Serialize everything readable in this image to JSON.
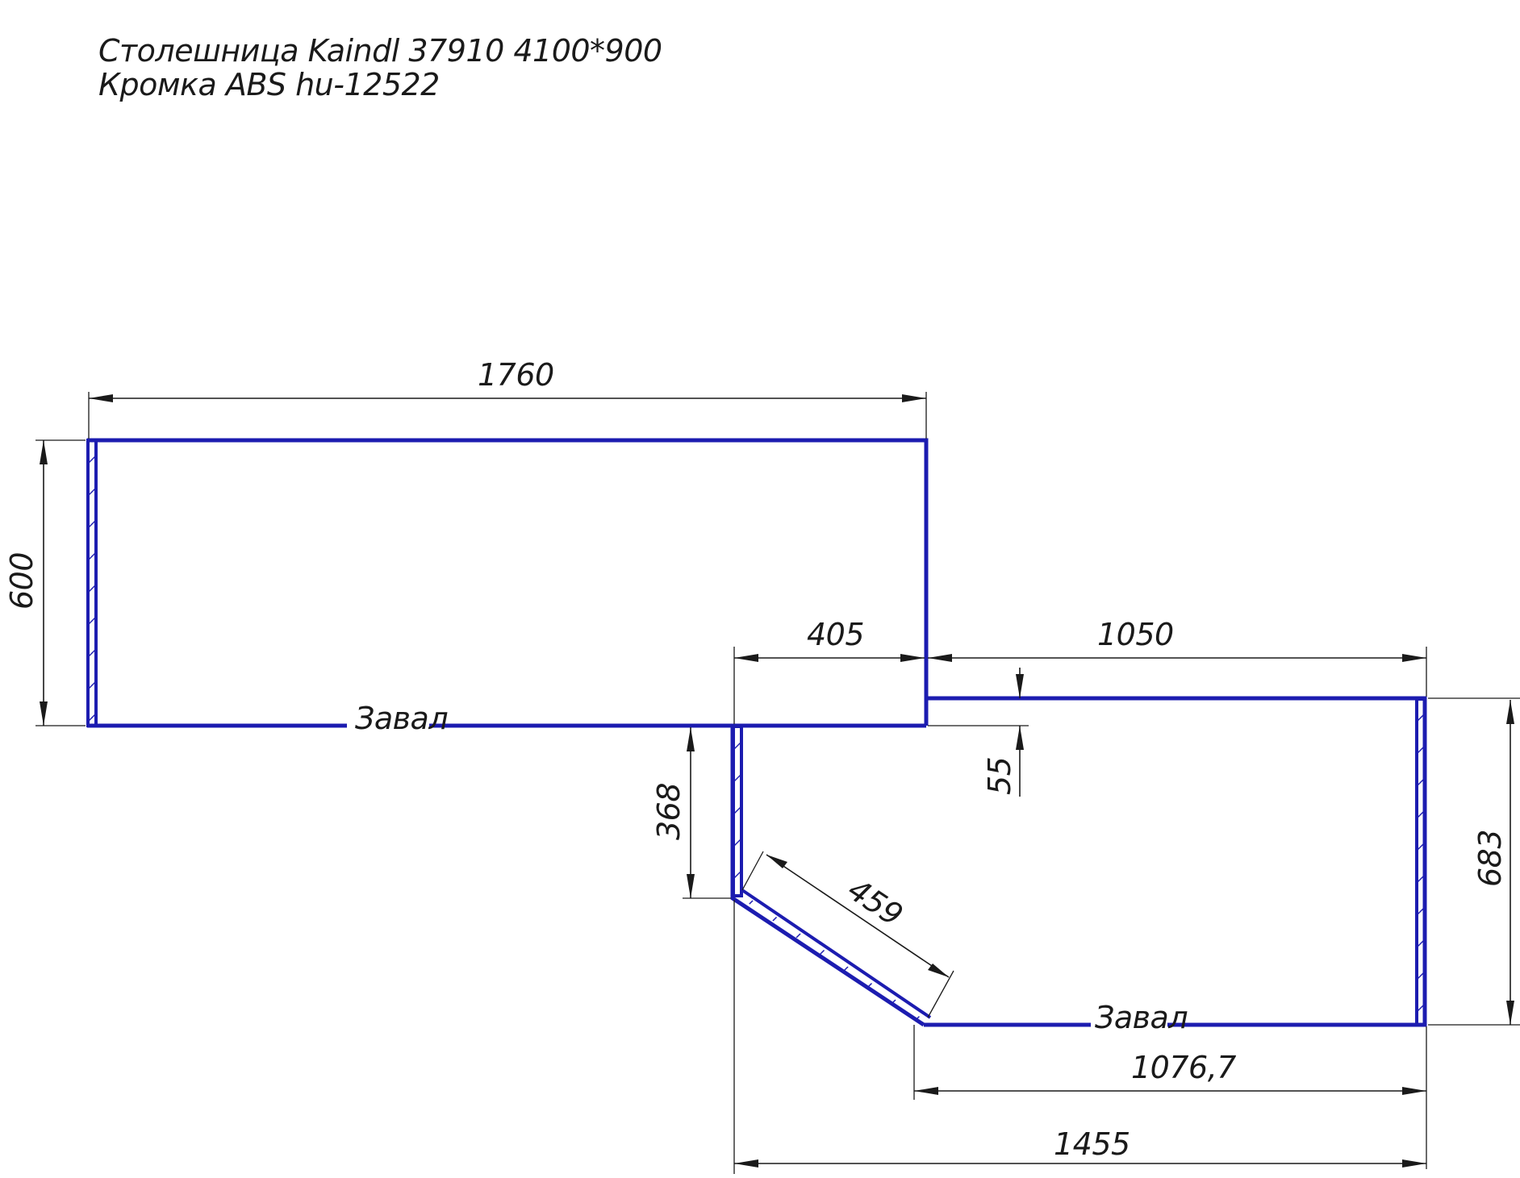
{
  "title": {
    "line1": "Столешница Kaindl 37910 4100*900",
    "line2": "Кромка ABS hu-12522"
  },
  "parts": {
    "part1": {
      "dim_length": "1760",
      "dim_depth": "600",
      "front_label": "Завал"
    },
    "part2": {
      "dim_overlap": "405",
      "dim_top_length": "1050",
      "dim_step": "55",
      "dim_left_edge": "368",
      "dim_bevel": "459",
      "dim_right_depth": "683",
      "front_label": "Завал",
      "dim_front": "1076,7",
      "dim_total": "1455"
    }
  },
  "colors": {
    "part_outline": "#1c1cb0",
    "dimension": "#1a1a1a",
    "background": "#ffffff"
  }
}
